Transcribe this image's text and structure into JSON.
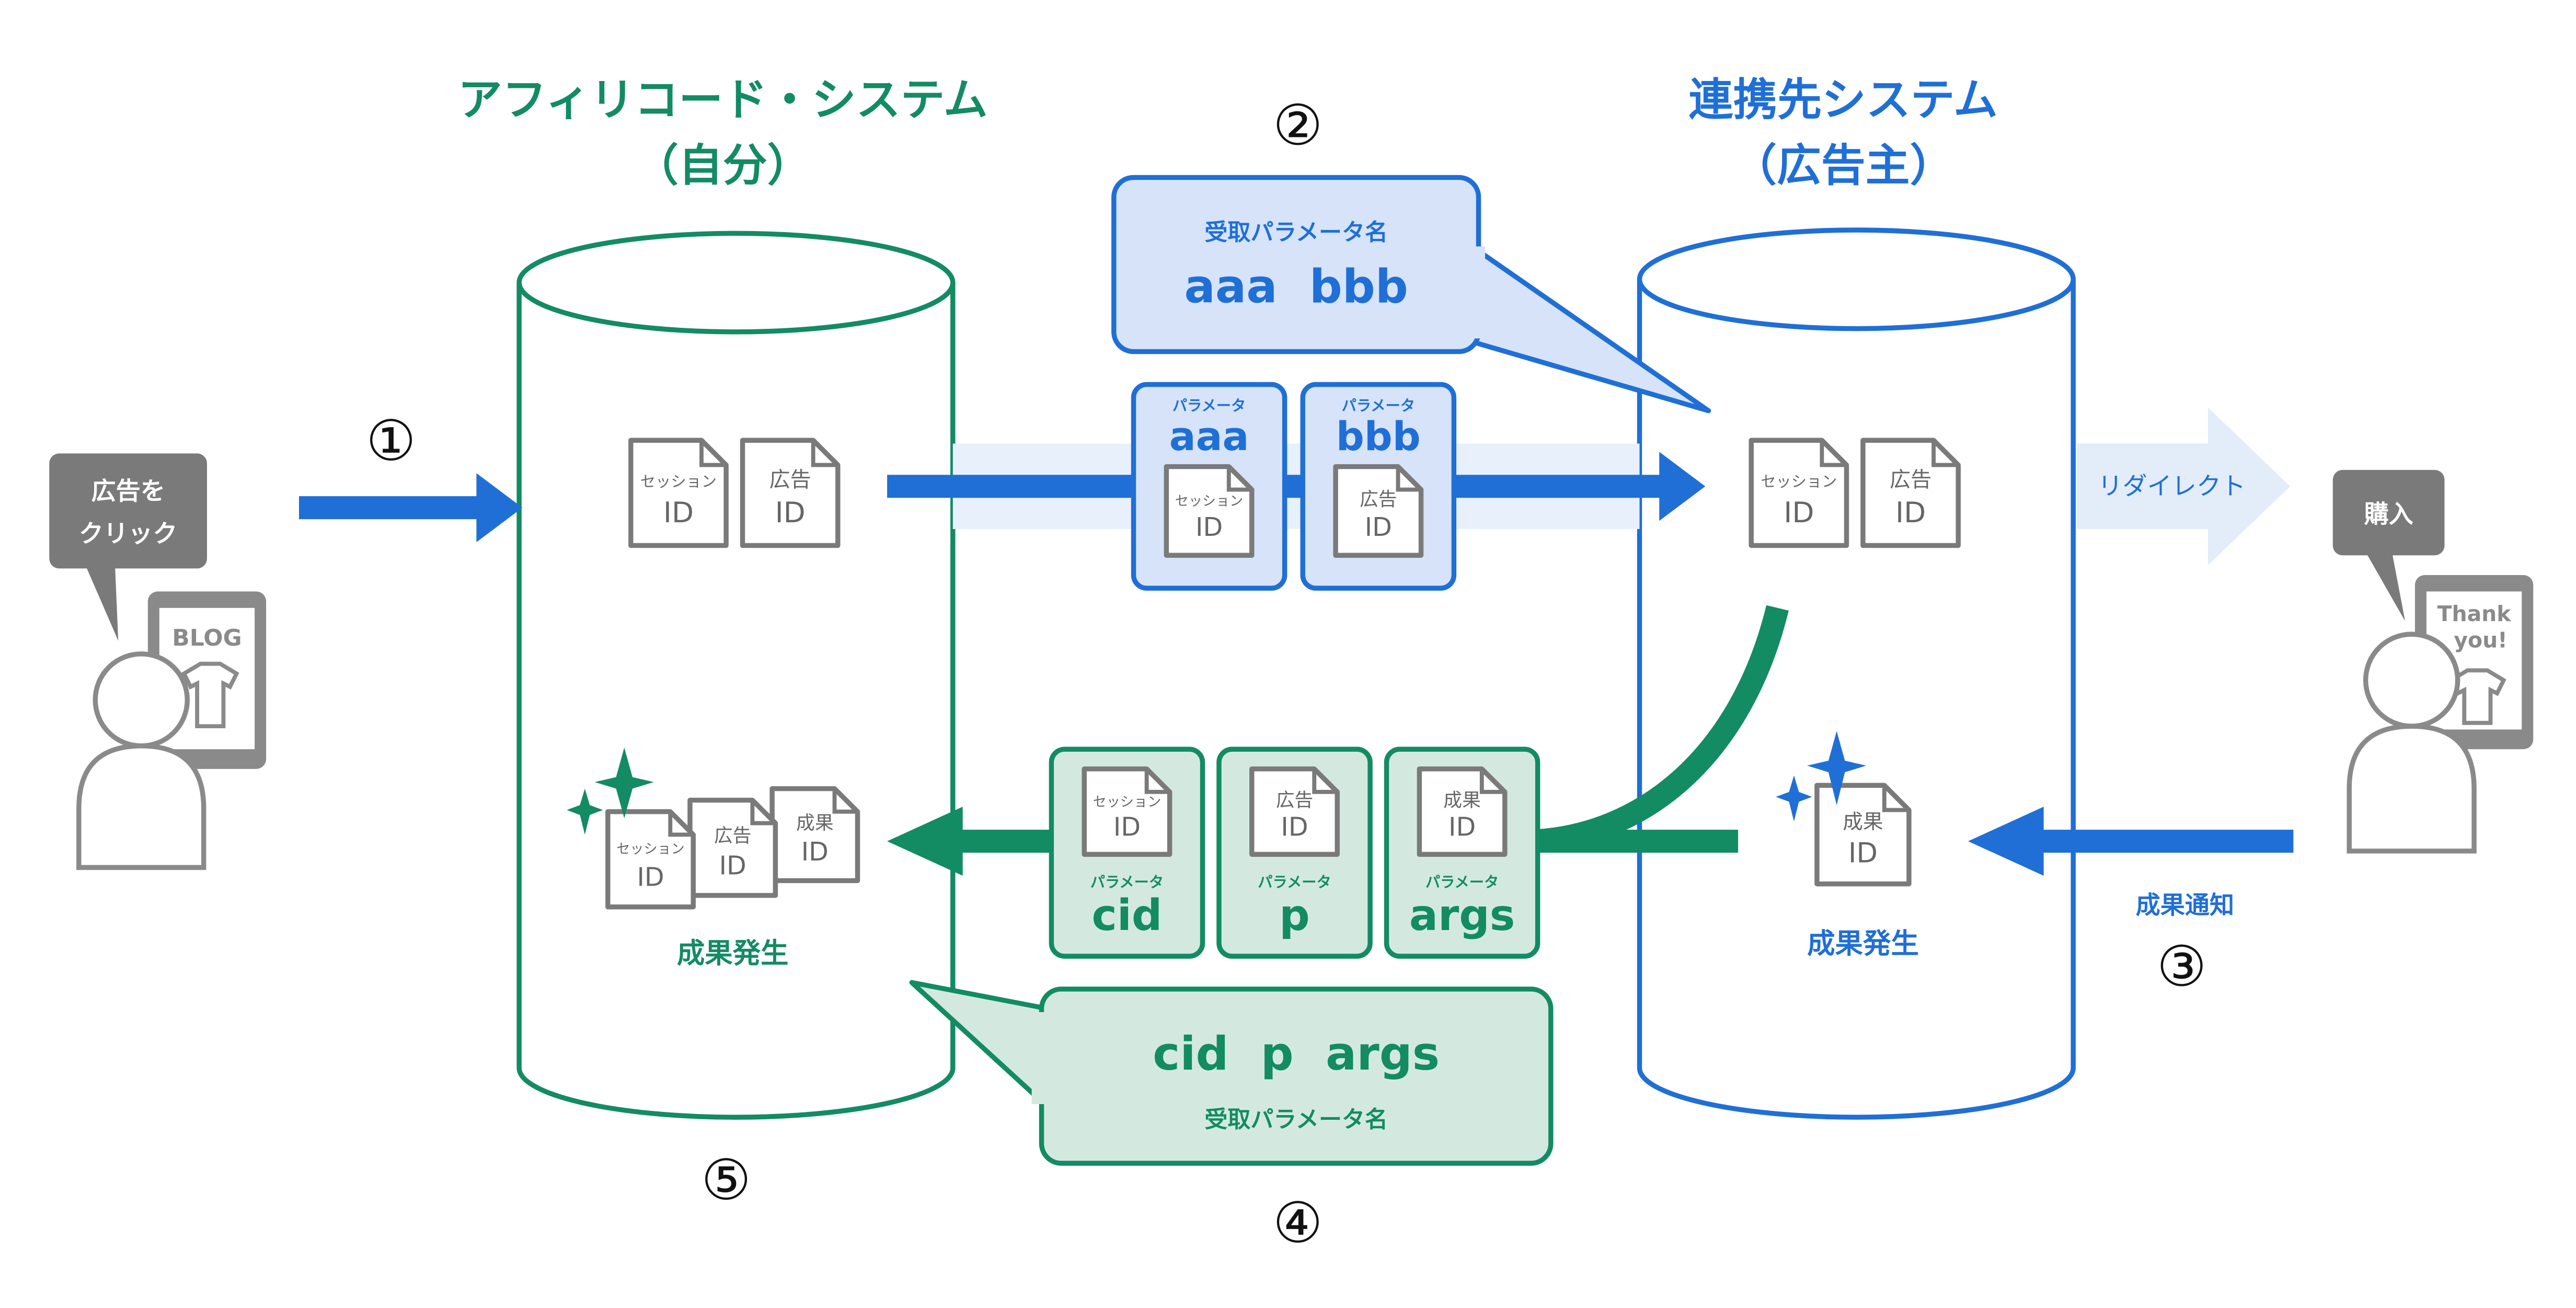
{
  "colors": {
    "green": "#138b63",
    "green_light": "#d3e9e0",
    "blue": "#1f6fd6",
    "blue_light": "#d6e3f8",
    "blue_faint": "#e8f0fb",
    "gray": "#8a8a8a",
    "gray_dark": "#7a7a7a"
  },
  "left_system": {
    "title": "アフィリコード・システム",
    "subtitle": "（自分）"
  },
  "right_system": {
    "title": "連携先システム",
    "subtitle": "（広告主）"
  },
  "steps": {
    "s1": "①",
    "s2": "②",
    "s3": "③",
    "s4": "④",
    "s5": "⑤"
  },
  "docs": {
    "session_label": "セッション",
    "ad_label": "広告",
    "result_label": "成果",
    "id": "ID"
  },
  "param_word": "パラメータ",
  "callout_top": {
    "title": "受取パラメータ名",
    "values": "aaa  bbb"
  },
  "callout_bottom": {
    "values": "cid  p  args",
    "title": "受取パラメータ名"
  },
  "top_params": [
    {
      "name": "aaa",
      "doc": "session"
    },
    {
      "name": "bbb",
      "doc": "ad"
    }
  ],
  "bottom_params": [
    {
      "name": "cid",
      "doc": "session"
    },
    {
      "name": "p",
      "doc": "ad"
    },
    {
      "name": "args",
      "doc": "result"
    }
  ],
  "labels": {
    "redirect": "リダイレクト",
    "result_occur_left": "成果発生",
    "result_occur_right": "成果発生",
    "result_notify": "成果通知",
    "ad_click_line1": "広告を",
    "ad_click_line2": "クリック",
    "purchase": "購入",
    "blog": "BLOG",
    "thank_line1": "Thank",
    "thank_line2": "you!"
  }
}
